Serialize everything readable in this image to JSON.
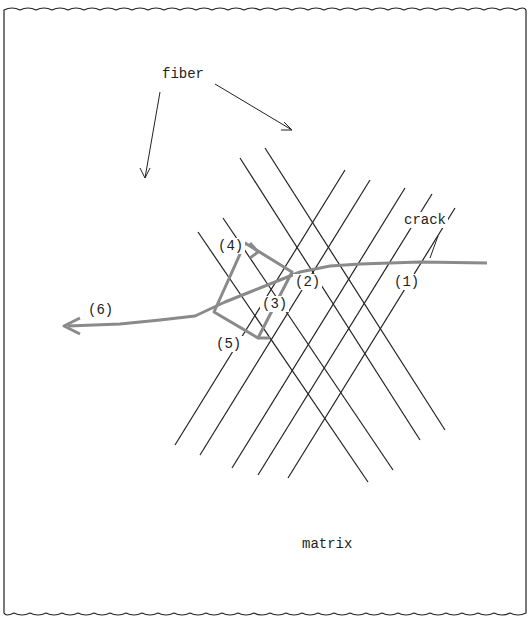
{
  "diagram": {
    "labels": [
      "fiber",
      "crack",
      "(1)",
      "(2)",
      "(3)",
      "(4)",
      "(5)",
      "(6)",
      "matrix"
    ]
  }
}
